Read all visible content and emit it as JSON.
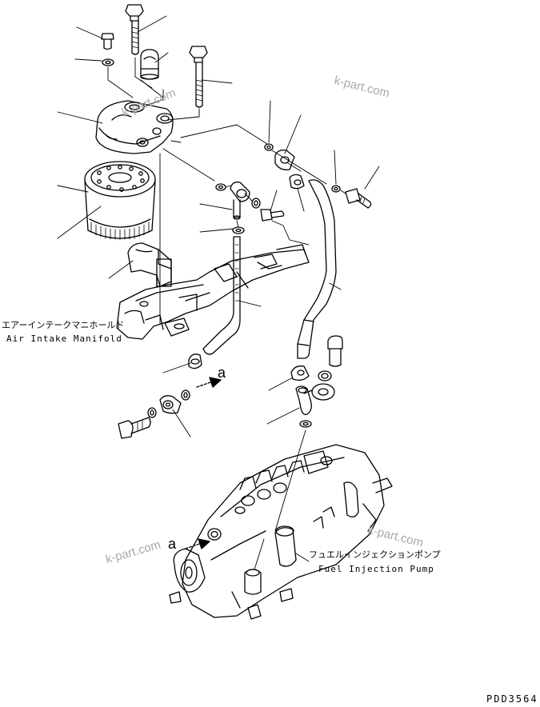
{
  "labels": {
    "air_intake_manifold_jp": "エアーインテークマニホールド",
    "air_intake_manifold_en": "Air Intake Manifold",
    "fuel_injection_pump_jp": "フュエルインジェクションポンプ",
    "fuel_injection_pump_en": "Fuel Injection Pump",
    "ref_a_upper": "a",
    "ref_a_lower": "a",
    "drawing_code": "PDD3564"
  },
  "watermarks": [
    "k-part.com",
    "k-part.com",
    "k-part.com",
    "k-part.com"
  ],
  "colors": {
    "line": "#000000",
    "watermark": "#a9a9a9",
    "background": "#ffffff"
  }
}
